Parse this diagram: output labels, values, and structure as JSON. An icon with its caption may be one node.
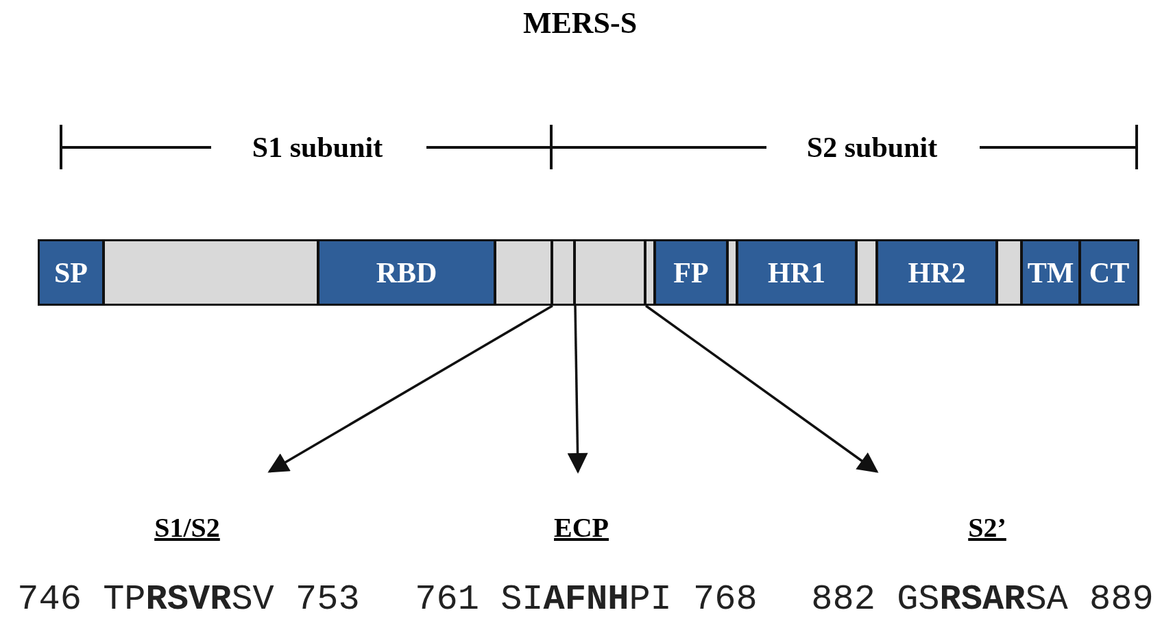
{
  "diagram": {
    "title": "MERS-S",
    "nodes": [
      {
        "text": [
          "SP"
        ]
      },
      {
        "text": [],
        "shape": "box"
      },
      {
        "text": [
          "RBD"
        ]
      },
      {
        "text": [],
        "shape": "box"
      },
      {
        "text": [],
        "shape": "box"
      },
      {
        "text": [],
        "shape": "box"
      },
      {
        "text": [],
        "shape": "box"
      },
      {
        "text": [
          "FP"
        ]
      },
      {
        "text": [],
        "shape": "box"
      },
      {
        "text": [
          "HR1"
        ]
      },
      {
        "text": [],
        "shape": "box"
      },
      {
        "text": [
          "HR2"
        ]
      },
      {
        "text": [],
        "shape": "box"
      },
      {
        "text": [
          "TM"
        ]
      },
      {
        "text": [
          "CT"
        ]
      },
      {
        "text": [
          "S1/S2",
          "746 TP**RSVR**SV 753"
        ]
      },
      {
        "text": [
          "ECP",
          "761 SI**AFNH**PI 768"
        ]
      },
      {
        "text": [
          "S2’",
          "882 GS**RSAR**SA 889"
        ]
      }
    ],
    "edges": [
      {
        "from": 3,
        "to": 15,
        "arrow": "to"
      },
      {
        "from": 4,
        "to": 16,
        "arrow": "to"
      },
      {
        "from": 5,
        "to": 17,
        "arrow": "to"
      }
    ],
    "labels": [
      "S1 subunit",
      "S2 subunit"
    ]
  }
}
